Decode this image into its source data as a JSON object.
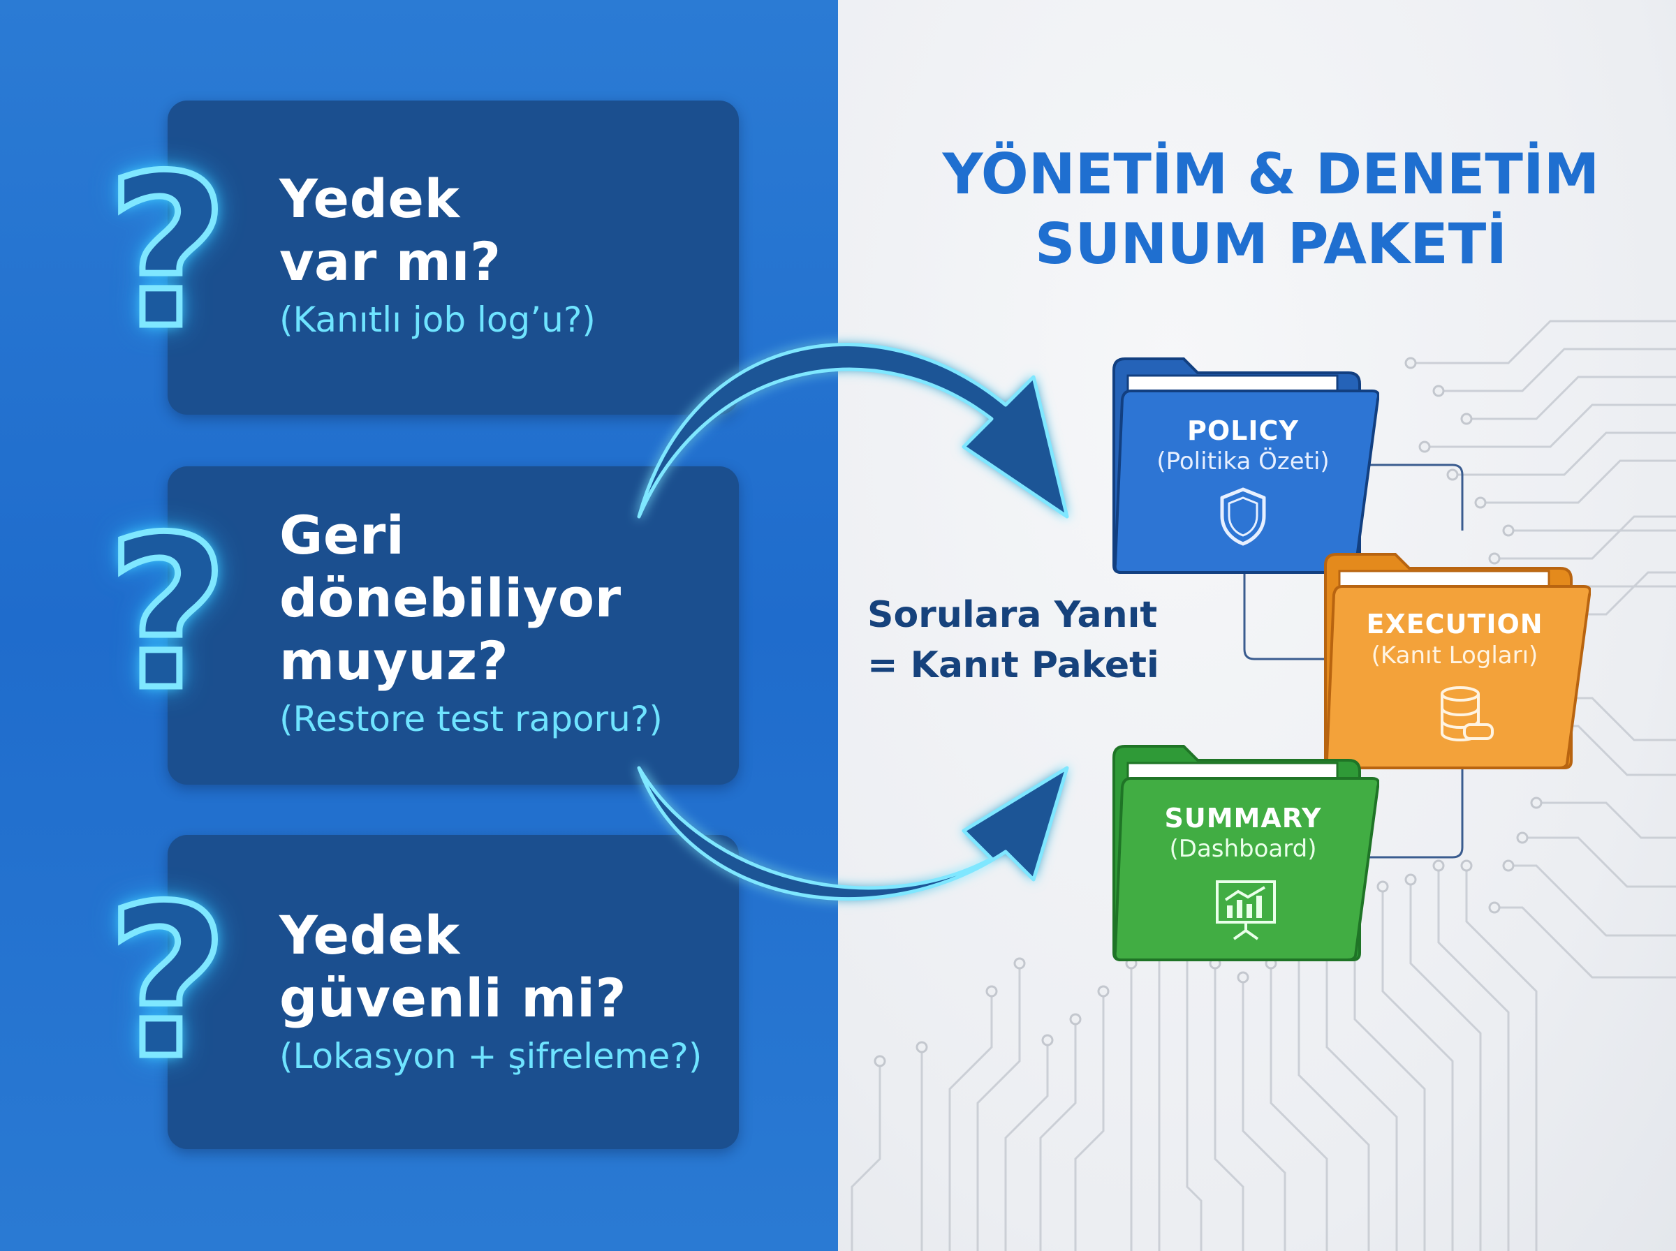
{
  "title": "YÖNETİM & DENETİM\nSUNUM PAKETİ",
  "questions": [
    {
      "title": "Yedek\nvar mı?",
      "hint": "(Kanıtlı job log’u?)"
    },
    {
      "title": "Geri\ndönebiliyor\nmuyuz?",
      "hint": "(Restore test raporu?)"
    },
    {
      "title": "Yedek\ngüvenli mi?",
      "hint": "(Lokasyon + şifreleme?)"
    }
  ],
  "answer": "Sorulara Yanıt\n= Kanıt Paketi",
  "folders": [
    {
      "title": "POLICY",
      "subtitle": "(Politika Özeti)",
      "icon": "shield-icon",
      "color": "#2b73d1"
    },
    {
      "title": "EXECUTION",
      "subtitle": "(Kanıt Logları)",
      "icon": "database-icon",
      "color": "#f0a032"
    },
    {
      "title": "SUMMARY",
      "subtitle": "(Dashboard)",
      "icon": "chart-icon",
      "color": "#3fae3f"
    }
  ],
  "colors": {
    "left_background": "#2574d0",
    "card": "#1b4f8f",
    "glow": "#6fe4ff",
    "title": "#1f6fd0",
    "answer": "#16427c"
  }
}
